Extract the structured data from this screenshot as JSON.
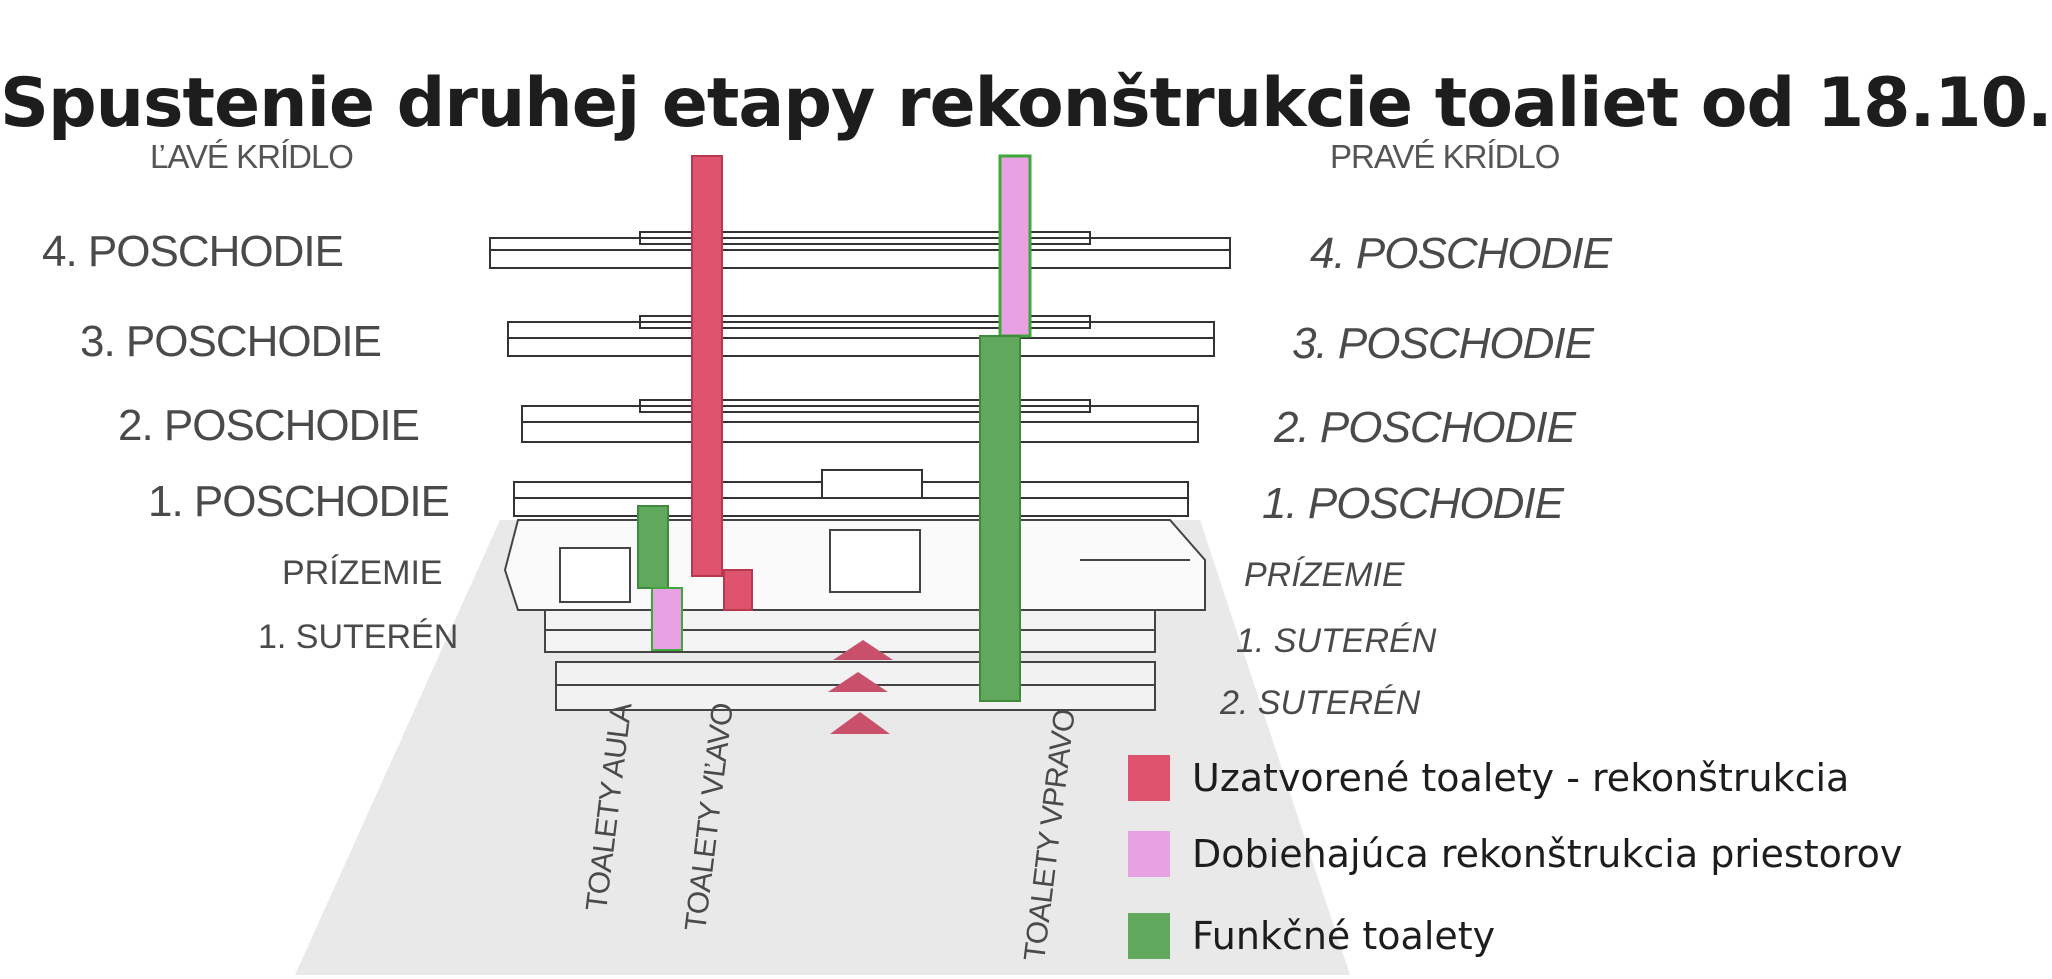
{
  "title": "Spustenie druhej etapy rekonštrukcie toaliet od 18.10.",
  "wings": {
    "left": "ĽAVÉ KRÍDLO",
    "right": "PRAVÉ KRÍDLO"
  },
  "floors_left": [
    "4. POSCHODIE",
    "3. POSCHODIE",
    "2. POSCHODIE",
    "1. POSCHODIE",
    "PRÍZEMIE",
    "1. SUTERÉN"
  ],
  "floors_right": [
    "4. POSCHODIE",
    "3. POSCHODIE",
    "2. POSCHODIE",
    "1. POSCHODIE",
    "PRÍZEMIE",
    "1. SUTERÉN",
    "2. SUTERÉN"
  ],
  "toilet_labels": {
    "aula": "TOALETY AULA",
    "left": "TOALETY VĽAVO",
    "right": "TOALETY VPRAVO"
  },
  "legend": [
    {
      "label": "Uzatvorené toalety - rekonštrukcia",
      "color": "#e0536f"
    },
    {
      "label": "Dobiehajúca rekonštrukcia priestorov",
      "color": "#e8a2e4"
    },
    {
      "label": "Funkčné toalety",
      "color": "#5fa85c"
    }
  ],
  "colors": {
    "closed": "#e0536f",
    "ongoing": "#e8a2e4",
    "functional": "#5fa85c",
    "ground": "#e9e9e9"
  }
}
